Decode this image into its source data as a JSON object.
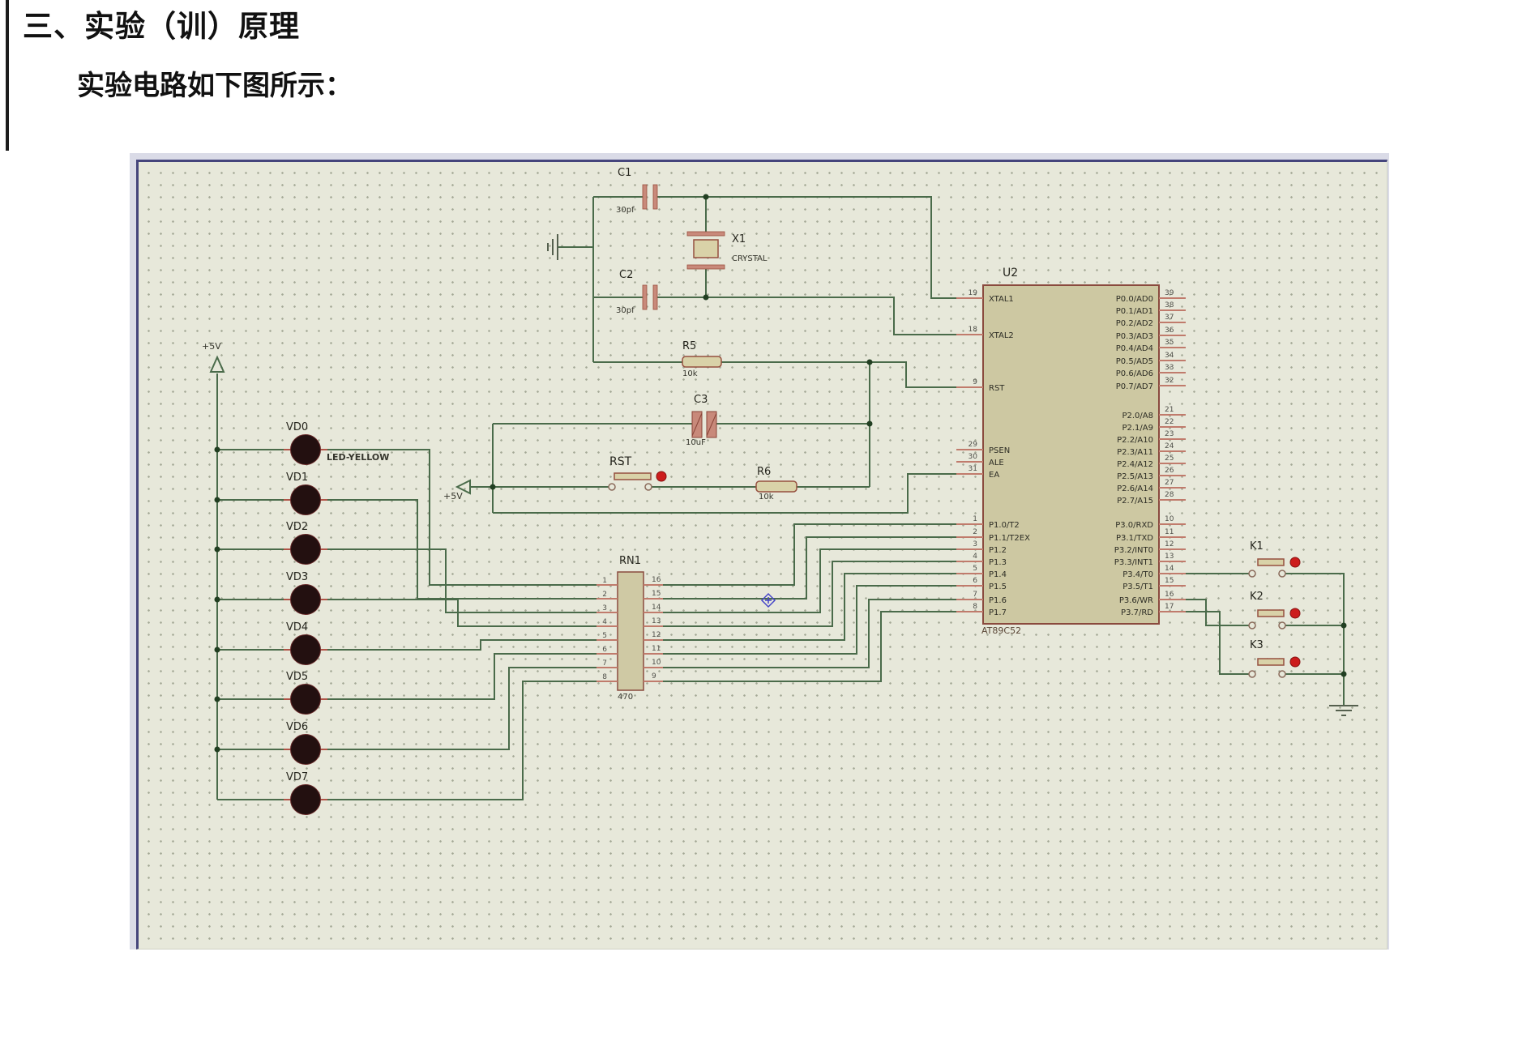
{
  "page": {
    "heading": "三、实验（训）原理",
    "subheading": "实验电路如下图所示："
  },
  "schematic": {
    "power_labels": {
      "vcc_top": "+5V",
      "vcc_mid": "+5V"
    },
    "crystal_circuit": {
      "c1_ref": "C1",
      "c1_value": "30pf",
      "c2_ref": "C2",
      "c2_value": "30pf",
      "x1_ref": "X1",
      "x1_value": "CRYSTAL"
    },
    "reset_circuit": {
      "r5_ref": "R5",
      "r5_value": "10k",
      "c3_ref": "C3",
      "c3_value": "10uF",
      "rst_label": "RST",
      "r6_ref": "R6",
      "r6_value": "10k"
    },
    "led_bank": {
      "type_label": "LED-YELLOW",
      "leds": [
        "VD0",
        "VD1",
        "VD2",
        "VD3",
        "VD4",
        "VD5",
        "VD6",
        "VD7"
      ]
    },
    "resistor_network": {
      "ref": "RN1",
      "value": "470",
      "left_pin_numbers": [
        "1",
        "2",
        "3",
        "4",
        "5",
        "6",
        "7",
        "8"
      ],
      "right_pin_numbers": [
        "16",
        "15",
        "14",
        "13",
        "12",
        "11",
        "10",
        "9"
      ]
    },
    "mcu": {
      "ref": "U2",
      "part": "AT89C52",
      "left_pins": [
        {
          "num": "19",
          "label": "XTAL1"
        },
        {
          "num": "18",
          "label": "XTAL2"
        },
        {
          "num": "9",
          "label": "RST"
        },
        {
          "num": "29",
          "label": "PSEN"
        },
        {
          "num": "30",
          "label": "ALE"
        },
        {
          "num": "31",
          "label": "EA"
        },
        {
          "num": "1",
          "label": "P1.0/T2"
        },
        {
          "num": "2",
          "label": "P1.1/T2EX"
        },
        {
          "num": "3",
          "label": "P1.2"
        },
        {
          "num": "4",
          "label": "P1.3"
        },
        {
          "num": "5",
          "label": "P1.4"
        },
        {
          "num": "6",
          "label": "P1.5"
        },
        {
          "num": "7",
          "label": "P1.6"
        },
        {
          "num": "8",
          "label": "P1.7"
        }
      ],
      "right_pins": [
        {
          "num": "39",
          "label": "P0.0/AD0"
        },
        {
          "num": "38",
          "label": "P0.1/AD1"
        },
        {
          "num": "37",
          "label": "P0.2/AD2"
        },
        {
          "num": "36",
          "label": "P0.3/AD3"
        },
        {
          "num": "35",
          "label": "P0.4/AD4"
        },
        {
          "num": "34",
          "label": "P0.5/AD5"
        },
        {
          "num": "33",
          "label": "P0.6/AD6"
        },
        {
          "num": "32",
          "label": "P0.7/AD7"
        },
        {
          "num": "21",
          "label": "P2.0/A8"
        },
        {
          "num": "22",
          "label": "P2.1/A9"
        },
        {
          "num": "23",
          "label": "P2.2/A10"
        },
        {
          "num": "24",
          "label": "P2.3/A11"
        },
        {
          "num": "25",
          "label": "P2.4/A12"
        },
        {
          "num": "26",
          "label": "P2.5/A13"
        },
        {
          "num": "27",
          "label": "P2.6/A14"
        },
        {
          "num": "28",
          "label": "P2.7/A15"
        },
        {
          "num": "10",
          "label": "P3.0/RXD"
        },
        {
          "num": "11",
          "label": "P3.1/TXD"
        },
        {
          "num": "12",
          "label": "P3.2/INT0"
        },
        {
          "num": "13",
          "label": "P3.3/INT1"
        },
        {
          "num": "14",
          "label": "P3.4/T0"
        },
        {
          "num": "15",
          "label": "P3.5/T1"
        },
        {
          "num": "16",
          "label": "P3.6/WR"
        },
        {
          "num": "17",
          "label": "P3.7/RD"
        }
      ]
    },
    "keys": [
      {
        "ref": "K1"
      },
      {
        "ref": "K2"
      },
      {
        "ref": "K3"
      }
    ]
  },
  "colors": {
    "wire_green": "#4a6b4a",
    "pin_stub": "#c07b6c",
    "component_outline": "#96503f",
    "component_fill": "#d9d2a8",
    "chip_fill": "#cdc8a2",
    "panel_background": "#e7e8da",
    "navy_border": "#45457c",
    "led_body": "#231010",
    "led_lead_red": "#b05548",
    "button_dot_red": "#cc1c1c",
    "junction_dot": "#223f22",
    "cursor_blue": "#4646c8"
  }
}
